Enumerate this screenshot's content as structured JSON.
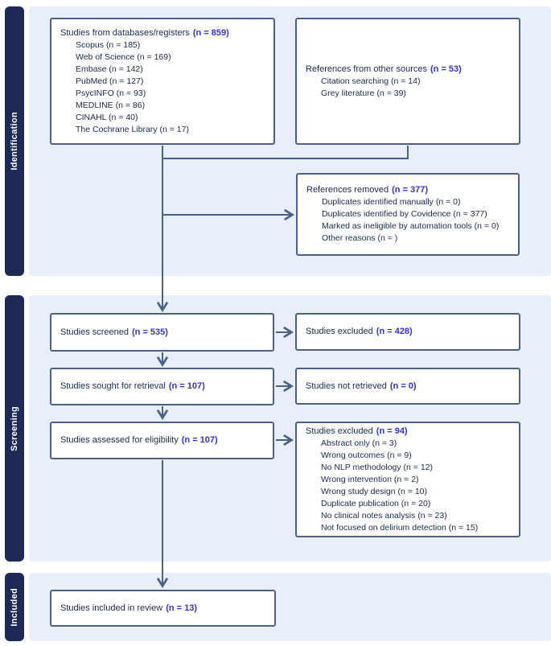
{
  "colors": {
    "navy": "#1d2957",
    "panel": "#e9effa",
    "border": "#4d6186",
    "line": "#4d6186",
    "text": "#1c2a4a",
    "count": "#3333cc",
    "boxbg": "#ffffff",
    "sidebar-text": "#ffffff"
  },
  "sidebar": {
    "identification": "Identification",
    "screening": "Screening",
    "included": "Included"
  },
  "boxes": {
    "databases": {
      "label": "Studies from databases/registers",
      "count": "(n = 859)",
      "items": [
        "Scopus (n = 185)",
        "Web of Science (n = 169)",
        "Embase (n = 142)",
        "PubMed (n = 127)",
        "PsycINFO (n = 93)",
        "MEDLINE (n = 86)",
        "CINAHL (n = 40)",
        "The Cochrane Library (n = 17)"
      ]
    },
    "other_sources": {
      "label": "References from other sources",
      "count": "(n = 53)",
      "items": [
        "Citation searching (n = 14)",
        "Grey literature (n = 39)"
      ]
    },
    "references_removed": {
      "label": "References removed",
      "count": "(n = 377)",
      "items": [
        "Duplicates identified manually (n = 0)",
        "Duplicates identified by Covidence (n = 377)",
        "Marked as ineligible by automation tools (n = 0)",
        "Other reasons (n = )"
      ]
    },
    "screened": {
      "label": "Studies screened",
      "count": "(n = 535)"
    },
    "excluded_screening": {
      "label": "Studies excluded",
      "count": "(n = 428)"
    },
    "sought": {
      "label": "Studies sought for retrieval",
      "count": "(n = 107)"
    },
    "not_retrieved": {
      "label": "Studies not retrieved",
      "count": "(n = 0)"
    },
    "eligibility": {
      "label": "Studies assessed for eligibility",
      "count": "(n = 107)"
    },
    "excluded_eligibility": {
      "label": "Studies excluded",
      "count": "(n = 94)",
      "items": [
        "Abstract only (n = 3)",
        "Wrong outcomes (n = 9)",
        "No NLP methodology (n = 12)",
        "Wrong intervention (n = 2)",
        "Wrong study design (n = 10)",
        "Duplicate publication (n = 20)",
        "No clinical notes analysis (n = 23)",
        "Not focused on delirium detection (n = 15)"
      ]
    },
    "included_review": {
      "label": "Studies included in review",
      "count": "(n = 13)"
    }
  }
}
